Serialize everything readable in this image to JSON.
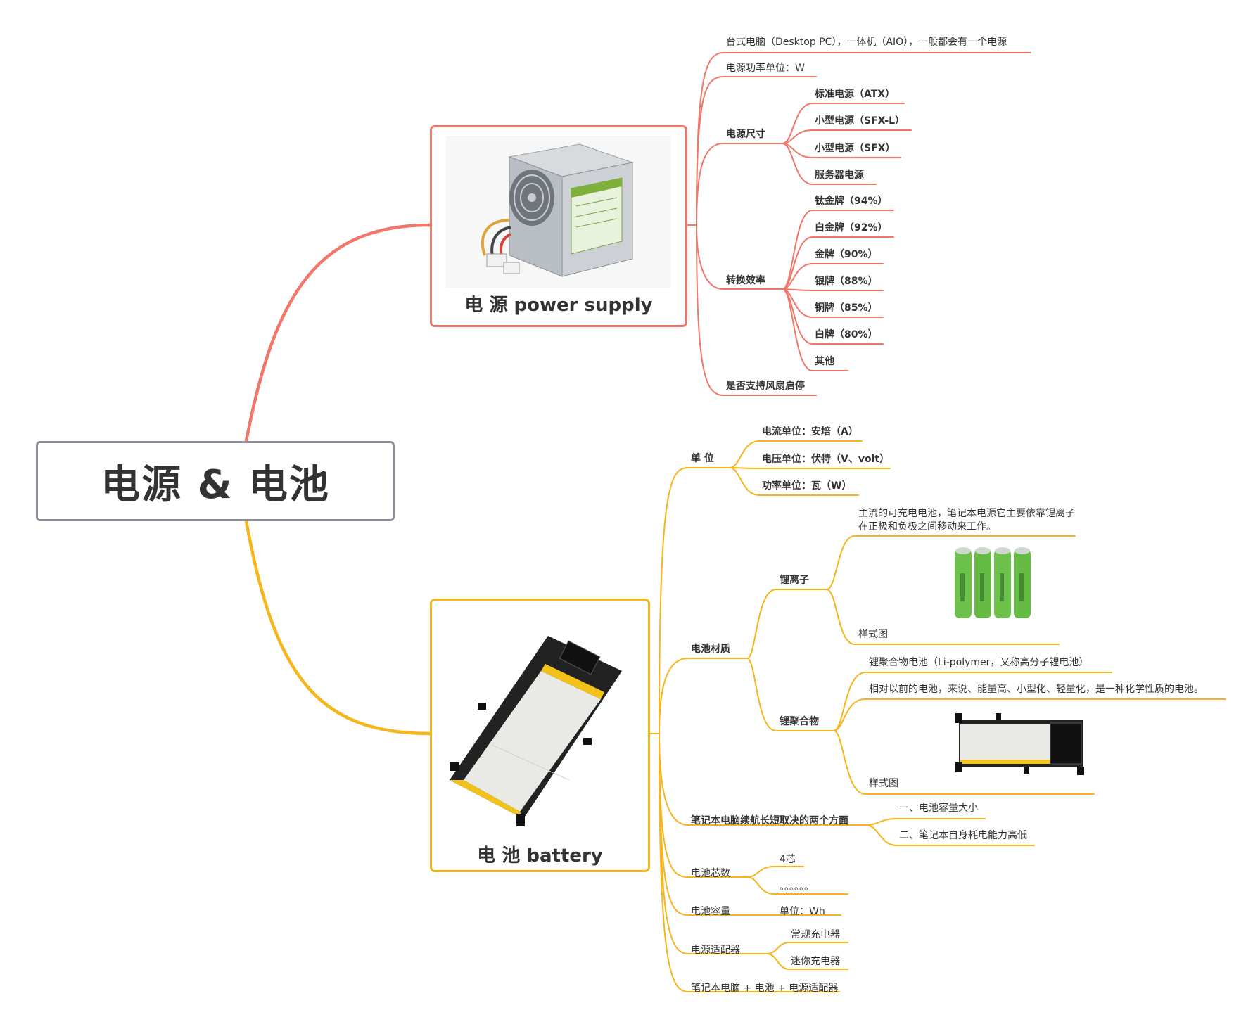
{
  "central": "电源 & 电池",
  "colors": {
    "red_branch": "#f0776a",
    "yellow_branch": "#f5b51b",
    "central_border": "#8a8f99"
  },
  "power": {
    "title": "电 源 power supply",
    "image_icon": "power-supply-unit-image",
    "desktop_note": "台式电脑（Desktop PC），一体机（AIO），一般都会有一个电源",
    "power_unit": "电源功率单位：W",
    "size": {
      "label": "电源尺寸",
      "items": [
        "标准电源（ATX）",
        "小型电源（SFX-L）",
        "小型电源（SFX）",
        "服务器电源"
      ]
    },
    "efficiency": {
      "label": "转换效率",
      "items": [
        "钛金牌（94%）",
        "白金牌（92%）",
        "金牌（90%）",
        "银牌（88%）",
        "铜牌（85%）",
        "白牌（80%）",
        "其他"
      ]
    },
    "fan": "是否支持风扇启停"
  },
  "battery": {
    "title": "电 池 battery",
    "image_icon": "laptop-battery-image",
    "unit": {
      "label": "单 位",
      "items": [
        "电流单位：安培（A）",
        "电压单位：伏特（V、volt）",
        "功率单位：瓦（W）"
      ]
    },
    "material": {
      "label": "电池材质",
      "li_ion": {
        "label": "锂离子",
        "desc": "主流的可充电电池，笔记本电源它主要依靠锂离子在正极和负极之间移动来工作。",
        "sample": "样式图",
        "image_icon": "18650-cells-image"
      },
      "li_poly": {
        "label": "锂聚合物",
        "name": "锂聚合物电池（Li-polymer，又称高分子锂电池）",
        "desc": "相对以前的电池，来说、能量高、小型化、轻量化，是一种化学性质的电池。",
        "sample": "样式图",
        "image_icon": "polymer-battery-image"
      }
    },
    "life": {
      "label": "笔记本电脑续航长短取决的两个方面",
      "items": [
        "一、电池容量大小",
        "二、笔记本自身耗电能力高低"
      ]
    },
    "cells": {
      "label": "电池芯数",
      "items": [
        "4芯",
        "。。。。。。"
      ]
    },
    "capacity": {
      "label": "电池容量",
      "unit": "单位：Wh"
    },
    "adapter": {
      "label": "电源适配器",
      "items": [
        "常规充电器",
        "迷你充电器"
      ]
    },
    "combo": "笔记本电脑 + 电池 + 电源适配器"
  }
}
